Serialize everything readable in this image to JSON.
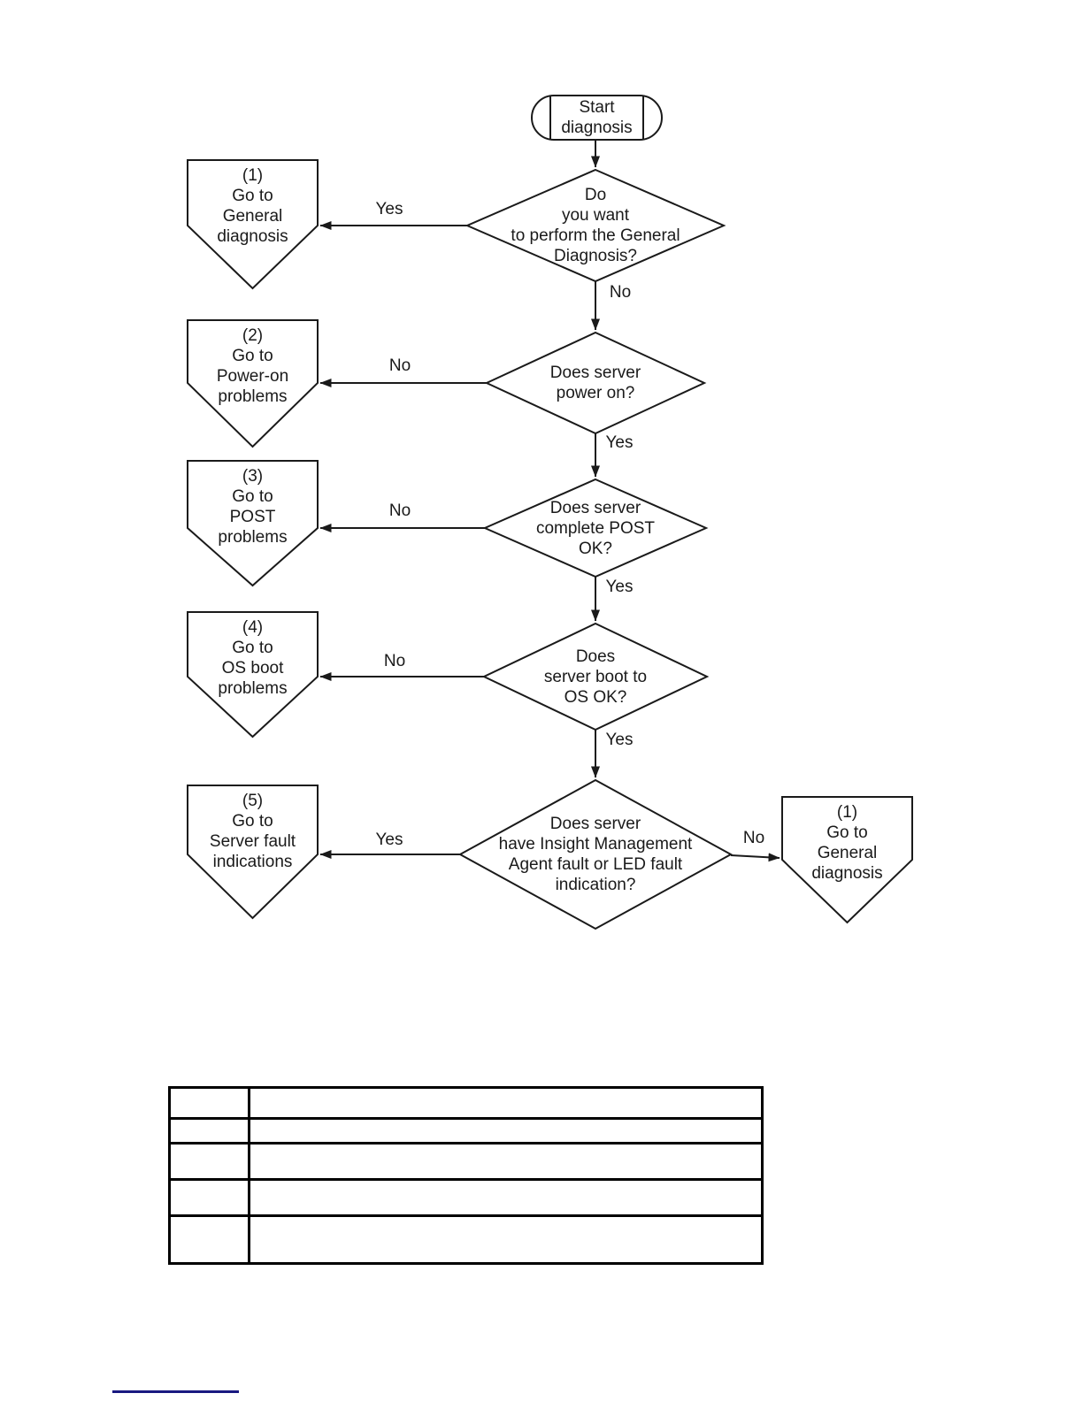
{
  "colors": {
    "line": "#1a1a1a",
    "text": "#1a1a1a",
    "link_underline": "#191980"
  },
  "flowchart": {
    "start_label": "Start\ndiagnosis",
    "d1": {
      "label": "Do\nyou want\nto perform the General\nDiagnosis?",
      "yes": "Yes",
      "no": "No"
    },
    "d2": {
      "label": "Does server\npower on?",
      "yes": "Yes",
      "no": "No"
    },
    "d3": {
      "label": "Does server\ncomplete POST\nOK?",
      "yes": "Yes",
      "no": "No"
    },
    "d4": {
      "label": "Does\nserver boot to\nOS OK?",
      "yes": "Yes",
      "no": "No"
    },
    "d5": {
      "label": "Does server\nhave Insight Management\nAgent fault or LED fault\nindication?",
      "yes": "Yes",
      "no": "No"
    },
    "p1": {
      "label": "(1)\nGo to\nGeneral\ndiagnosis"
    },
    "p2": {
      "label": "(2)\nGo to\nPower-on\nproblems"
    },
    "p3": {
      "label": "(3)\nGo to\nPOST\nproblems"
    },
    "p4": {
      "label": "(4)\nGo to\nOS boot\nproblems"
    },
    "p5": {
      "label": "(5)\nGo to\nServer fault\nindications"
    },
    "p6": {
      "label": "(1)\nGo to\nGeneral\ndiagnosis"
    }
  },
  "table": {
    "rows": [
      [
        "",
        ""
      ],
      [
        "",
        ""
      ],
      [
        "",
        ""
      ],
      [
        "",
        ""
      ],
      [
        "",
        ""
      ]
    ]
  }
}
